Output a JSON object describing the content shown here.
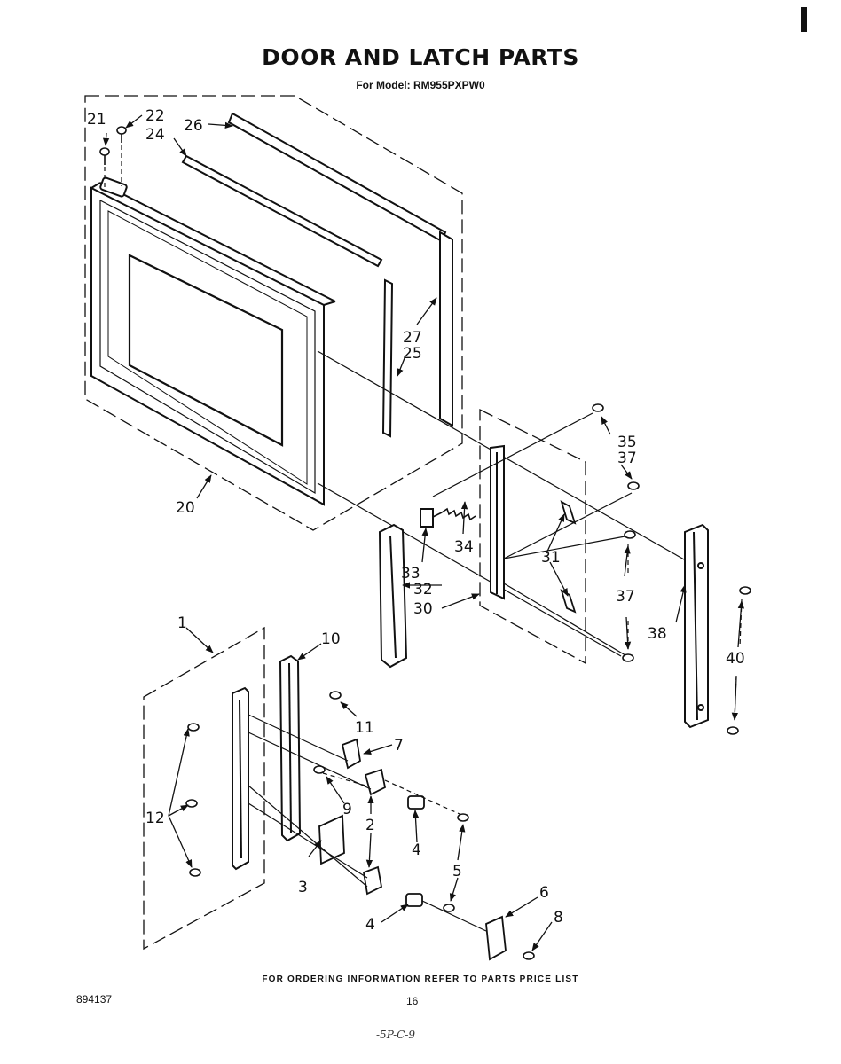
{
  "title": "DOOR AND LATCH PARTS",
  "subtitle": "For Model: RM955PXPW0",
  "footer_note": "FOR ORDERING INFORMATION REFER TO PARTS PRICE LIST",
  "doc_number": "894137",
  "page_number": "16",
  "handwritten_note": "-5P-C-9",
  "callouts": {
    "c1": "1",
    "c2": "2",
    "c3": "3",
    "c4a": "4",
    "c4b": "4",
    "c5": "5",
    "c6": "6",
    "c7": "7",
    "c8": "8",
    "c9": "9",
    "c10": "10",
    "c11": "11",
    "c12": "12",
    "c20": "20",
    "c21": "21",
    "c22": "22",
    "c24": "24",
    "c25": "25",
    "c26": "26",
    "c27": "27",
    "c30": "30",
    "c31": "31",
    "c32": "32",
    "c33": "33",
    "c34": "34",
    "c35": "35",
    "c37a": "37",
    "c37b": "37",
    "c38": "38",
    "c40": "40"
  }
}
